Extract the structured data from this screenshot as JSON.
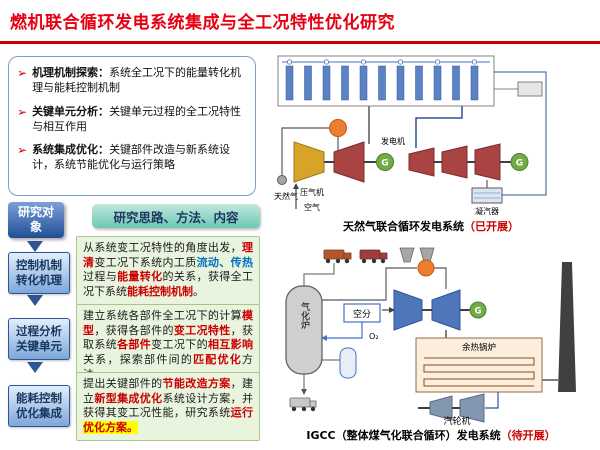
{
  "colors": {
    "title_red": "#e60012",
    "rule_red": "#cc0000",
    "highlight_red": "#cc0000",
    "highlight_blue": "#0070c0",
    "highlight_yellow_bg": "#ffff00",
    "green_box_bg": "#e8f4de",
    "blue_box_border": "#2f5597",
    "generator_green": "#71ad47",
    "combustor_orange": "#ed7d31",
    "turbine_maroon": "#a94442"
  },
  "header": {
    "title": "燃机联合循环发电系统集成与全工况特性优化研究"
  },
  "objectives": {
    "items": [
      {
        "label": "机理机制探索：",
        "text": "系统全工况下的能量转化机理与能耗控制机制"
      },
      {
        "label": "关键单元分析：",
        "text": "关键单元过程的全工况特性与相互作用"
      },
      {
        "label": "系统集成优化：",
        "text": "关键部件改造与新系统设计，系统节能优化与运行策略"
      }
    ]
  },
  "research": {
    "object_label_line1": "研究对",
    "object_label_line2": "象",
    "header": "研究思路、方法、内容",
    "rows": [
      {
        "box_line1": "控制机制",
        "box_line2": "转化机理",
        "segments": [
          {
            "s": "k",
            "t": "从系统变工况特性的角度出发，"
          },
          {
            "s": "r",
            "t": "理清"
          },
          {
            "s": "k",
            "t": "变工况下系统内工质"
          },
          {
            "s": "b",
            "t": "流动、传热"
          },
          {
            "s": "k",
            "t": "过程与"
          },
          {
            "s": "r",
            "t": "能量转化"
          },
          {
            "s": "k",
            "t": "的关系，获得全工况下系统"
          },
          {
            "s": "r",
            "t": "能耗控制机制"
          },
          {
            "s": "k",
            "t": "。"
          }
        ]
      },
      {
        "box_line1": "过程分析",
        "box_line2": "关键单元",
        "segments": [
          {
            "s": "k",
            "t": "建立系统各部件全工况下的计算"
          },
          {
            "s": "r",
            "t": "模型"
          },
          {
            "s": "k",
            "t": "，获得各部件的"
          },
          {
            "s": "r",
            "t": "变工况特性"
          },
          {
            "s": "k",
            "t": "，获取系统"
          },
          {
            "s": "r",
            "t": "各部件"
          },
          {
            "s": "k",
            "t": "变工况下的"
          },
          {
            "s": "r",
            "t": "相互影响"
          },
          {
            "s": "k",
            "t": "关系，探索部件间的"
          },
          {
            "s": "r",
            "t": "匹配优化"
          },
          {
            "s": "k",
            "t": "方法。"
          }
        ]
      },
      {
        "box_line1": "能耗控制",
        "box_line2": "优化集成",
        "segments": [
          {
            "s": "k",
            "t": "提出关键部件的"
          },
          {
            "s": "r",
            "t": "节能改造方案"
          },
          {
            "s": "k",
            "t": "，建立"
          },
          {
            "s": "r",
            "t": "新型集成优化"
          },
          {
            "s": "k",
            "t": "系统设计方案，并获得其变工况性能，研究系统"
          },
          {
            "s": "r",
            "t": "运行"
          },
          {
            "s": "hl",
            "t": "优化方案。"
          }
        ]
      }
    ]
  },
  "diagrams": {
    "ngcc": {
      "caption": "天然气联合循环发电系统",
      "status": "（已开展）",
      "labels": {
        "natural_gas": "天然气",
        "compressor": "压气机",
        "air": "空气",
        "generator": "发电机",
        "condenser": "凝汽器",
        "g1": "G",
        "g2": "G"
      }
    },
    "igcc": {
      "caption": "IGCC（整体煤气化联合循环）发电系统",
      "status": "（待开展）",
      "labels": {
        "gasifier": "气化炉",
        "asu": "空分",
        "o2": "O₂",
        "hrsg": "余热锅炉",
        "steam_turbine": "汽轮机",
        "g": "G"
      }
    }
  }
}
